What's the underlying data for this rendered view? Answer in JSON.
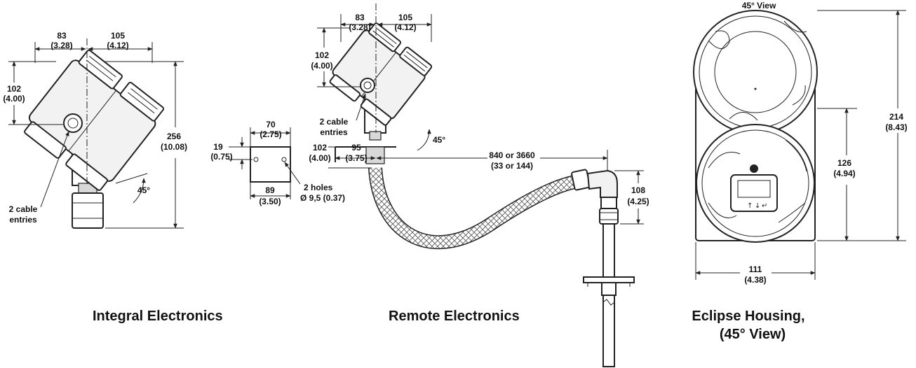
{
  "captions": {
    "integral": "Integral Electronics",
    "remote": "Remote Electronics",
    "housing_line1": "Eclipse Housing,",
    "housing_line2": "(45° View)"
  },
  "integral": {
    "width_left": "83",
    "width_left_in": "(3.28)",
    "width_right": "105",
    "width_right_in": "(4.12)",
    "height_head": "102",
    "height_head_in": "(4.00)",
    "height_total": "256",
    "height_total_in": "(10.08)",
    "angle": "45°",
    "cable_1": "2 cable",
    "cable_2": "entries"
  },
  "remote": {
    "width_left": "83",
    "width_left_in": "(3.28)",
    "width_right": "105",
    "width_right_in": "(4.12)",
    "height_head": "102",
    "height_head_in": "(4.00)",
    "cable_1": "2 cable",
    "cable_2": "entries",
    "angle": "45°",
    "bracket_width": "70",
    "bracket_width_in": "(2.75)",
    "bracket_hole_offset": "19",
    "bracket_hole_offset_in": "(0.75)",
    "bracket_base": "89",
    "bracket_base_in": "(3.50)",
    "holes_1": "2 holes",
    "holes_2": "Ø 9,5 (0.37)",
    "mount_height": "102",
    "mount_height_in": "(4.00)",
    "mount_offset": "95",
    "mount_offset_in": "(3.75)",
    "cable_length": "840 or 3660",
    "cable_length_in": "(33 or 144)",
    "elbow_height": "108",
    "elbow_height_in": "(4.25)"
  },
  "housing": {
    "view_label": "45° View",
    "total_height": "214",
    "total_height_in": "(8.43)",
    "lower_height": "126",
    "lower_height_in": "(4.94)",
    "width": "111",
    "width_in": "(4.38)"
  }
}
